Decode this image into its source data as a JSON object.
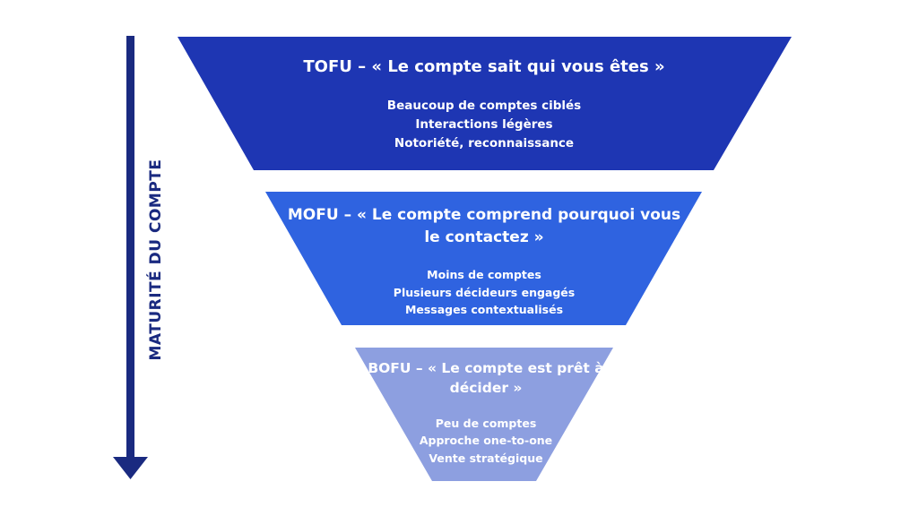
{
  "axis": {
    "label": "MATURITÉ DU COMPTE",
    "color": "#1a2a80"
  },
  "stages": [
    {
      "title": "TOFU – « Le compte sait qui vous êtes »",
      "items": [
        "Beaucoup de comptes ciblés",
        "Interactions légères",
        "Notoriété, reconnaissance"
      ],
      "color": "#1e36b3"
    },
    {
      "title": "MOFU – « Le compte comprend pourquoi vous le contactez »",
      "items": [
        "Moins de comptes",
        "Plusieurs décideurs engagés",
        "Messages contextualisés"
      ],
      "color": "#2f63e0"
    },
    {
      "title": "BOFU – « Le compte est prêt à décider »",
      "items": [
        "Peu de comptes",
        "Approche one-to-one",
        "Vente stratégique"
      ],
      "color": "#8d9fe0"
    }
  ]
}
